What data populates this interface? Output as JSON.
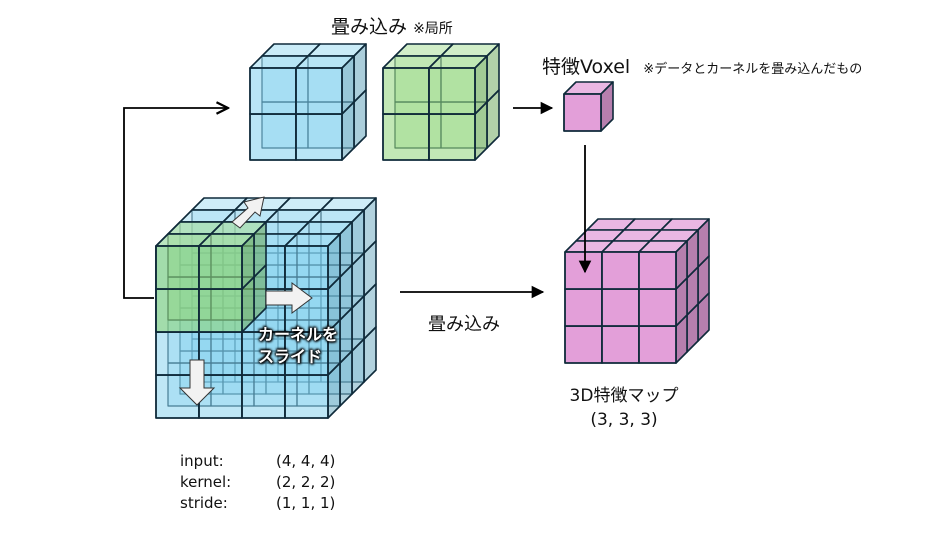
{
  "labels": {
    "local_conv_title": "畳み込み",
    "local_conv_note": "※局所",
    "feature_voxel_title": "特徴Voxel",
    "feature_voxel_note": "※データとカーネルを畳み込んだもの",
    "conv_arrow_label": "畳み込み",
    "slide_kernel_line1": "カーネルを",
    "slide_kernel_line2": "スライド",
    "feature_map_title": "3D特徴マップ",
    "feature_map_shape": "(3, 3, 3)"
  },
  "params": [
    {
      "key": "input:",
      "value": "(4, 4, 4)"
    },
    {
      "key": "kernel:",
      "value": "(2, 2, 2)"
    },
    {
      "key": "stride:",
      "value": "(1, 1, 1)"
    }
  ],
  "colors": {
    "input_blue": "#7fd0ee",
    "kernel_green": "#8fd67a",
    "output_pink": "#e39fd9",
    "edge": "#0f2a3a",
    "arrow": "#000000",
    "slide_arrow_fill": "#f2f2f2"
  }
}
